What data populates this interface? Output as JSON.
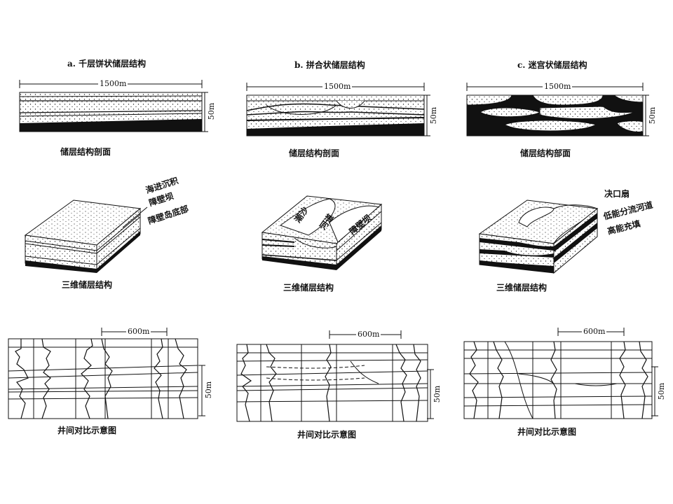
{
  "panels": [
    {
      "id": "a",
      "title": "a. 千层饼状储层结构",
      "section_width": "1500m",
      "section_height": "50m",
      "section_caption": "储层结构剖面",
      "block_annotations": [
        "海进沉积",
        "障壁坝",
        "障壁岛底部"
      ],
      "block_caption": "三维储层结构",
      "well_spacing": "600m",
      "well_height": "50m",
      "well_caption": "井间对比示意图"
    },
    {
      "id": "b",
      "title": "b. 拼合状储层结构",
      "section_width": "1500m",
      "section_height": "50m",
      "section_caption": "储层结构剖面",
      "block_annotations": [
        "潮沙",
        "河道",
        "障壁坝"
      ],
      "block_caption": "三维储层结构",
      "well_spacing": "600m",
      "well_height": "50m",
      "well_caption": "井间对比示意图"
    },
    {
      "id": "c",
      "title": "c. 迷宫状储层结构",
      "section_width": "1500m",
      "section_height": "50m",
      "section_caption": "储层结构部面",
      "block_annotations": [
        "决口扇",
        "低能分流河道",
        "高能充填"
      ],
      "block_caption": "三维储层结构",
      "well_spacing": "600m",
      "well_height": "50m",
      "well_caption": "井间对比示意图"
    }
  ]
}
